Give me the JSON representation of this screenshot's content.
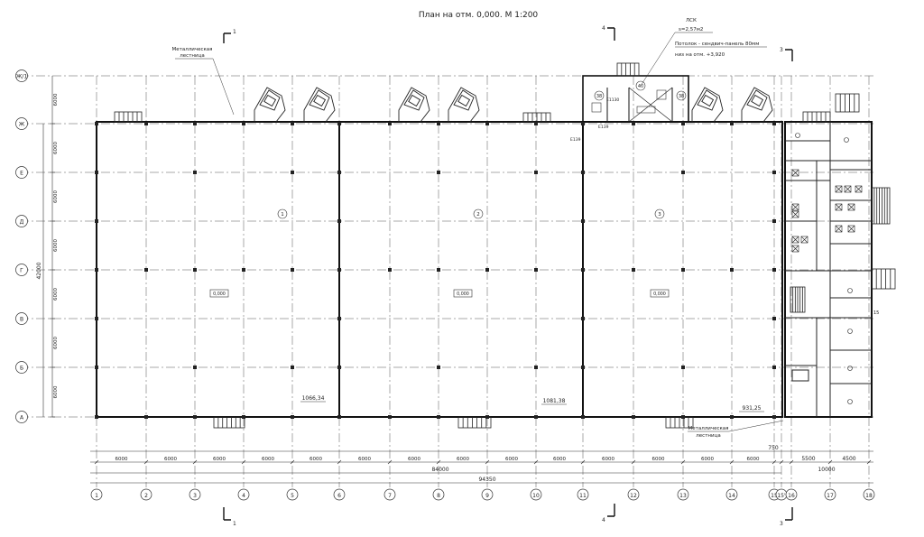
{
  "title": "План на отм. 0,000. М 1:200",
  "columns": [
    "1",
    "2",
    "3",
    "4",
    "5",
    "6",
    "7",
    "8",
    "9",
    "10",
    "11",
    "12",
    "13",
    "14",
    "15",
    "15'",
    "16",
    "17",
    "18"
  ],
  "rows": [
    "А",
    "Б",
    "В",
    "Г",
    "Д",
    "Е",
    "Ж",
    "Ж/1"
  ],
  "row_spacings": [
    "6000",
    "6000",
    "6000",
    "6000",
    "6000",
    "6000",
    "6000"
  ],
  "total_rows_dim": "42000",
  "col_spacings": [
    "6000",
    "6000",
    "6000",
    "6000",
    "6000",
    "6000",
    "6000",
    "6000",
    "6000",
    "6000",
    "6000",
    "6000",
    "6000",
    "6000"
  ],
  "gap_dim": "750",
  "office_spacings": [
    "5500",
    "4500"
  ],
  "office_total": "10000",
  "dim_84000": "84000",
  "dim_94350": "94350",
  "rooms": [
    {
      "num": "1",
      "area": "1066,34",
      "mark": "0,000"
    },
    {
      "num": "2",
      "area": "1081,38",
      "mark": "0,000"
    },
    {
      "num": "3",
      "area": "931,25",
      "mark": "0,000"
    }
  ],
  "annot_stair_top": [
    "Металлическая",
    "лестница"
  ],
  "annot_stair_bottom": [
    "Металлическая",
    "лестница"
  ],
  "annot_ceiling": [
    "ЛСК",
    "s=2,57м2",
    "Потолок - сендвич-панель 80мм",
    "низ на отм. +3,920"
  ],
  "room_small": [
    "38",
    "40",
    "38"
  ],
  "section_marks": [
    "1",
    "1",
    "4",
    "4",
    "3",
    "3"
  ],
  "door_marks": [
    "Е1130",
    "Е139",
    "Е139"
  ],
  "stair_mark": "15"
}
